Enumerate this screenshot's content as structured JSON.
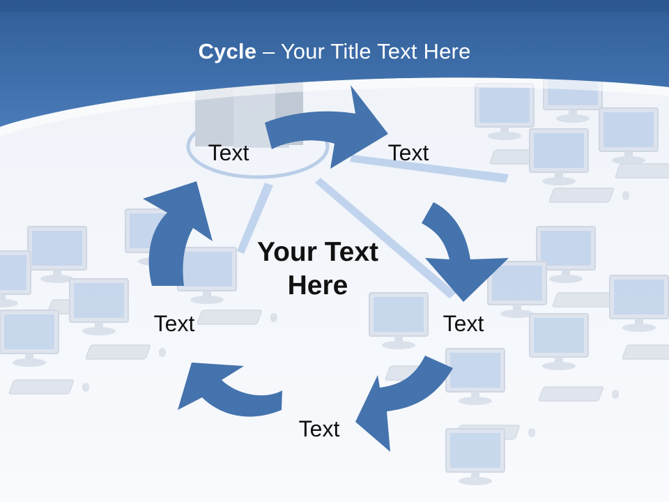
{
  "slide": {
    "title_bold": "Cycle",
    "title_rest": " – Your Title Text Here",
    "center_text_line1": "Your Text",
    "center_text_line2": "Here"
  },
  "cycle": {
    "nodes": [
      {
        "label": "Text"
      },
      {
        "label": "Text"
      },
      {
        "label": "Text"
      },
      {
        "label": "Text"
      },
      {
        "label": "Text"
      }
    ],
    "arrow_count": 5
  },
  "colors": {
    "header_blue": "#3a6aa6",
    "header_dark": "#2d5a92",
    "arrow_blue": "#4573ad",
    "background": "#f2f5fa"
  },
  "icons": [
    "computer-monitor-icon",
    "keyboard-icon",
    "server-tower-icon"
  ]
}
